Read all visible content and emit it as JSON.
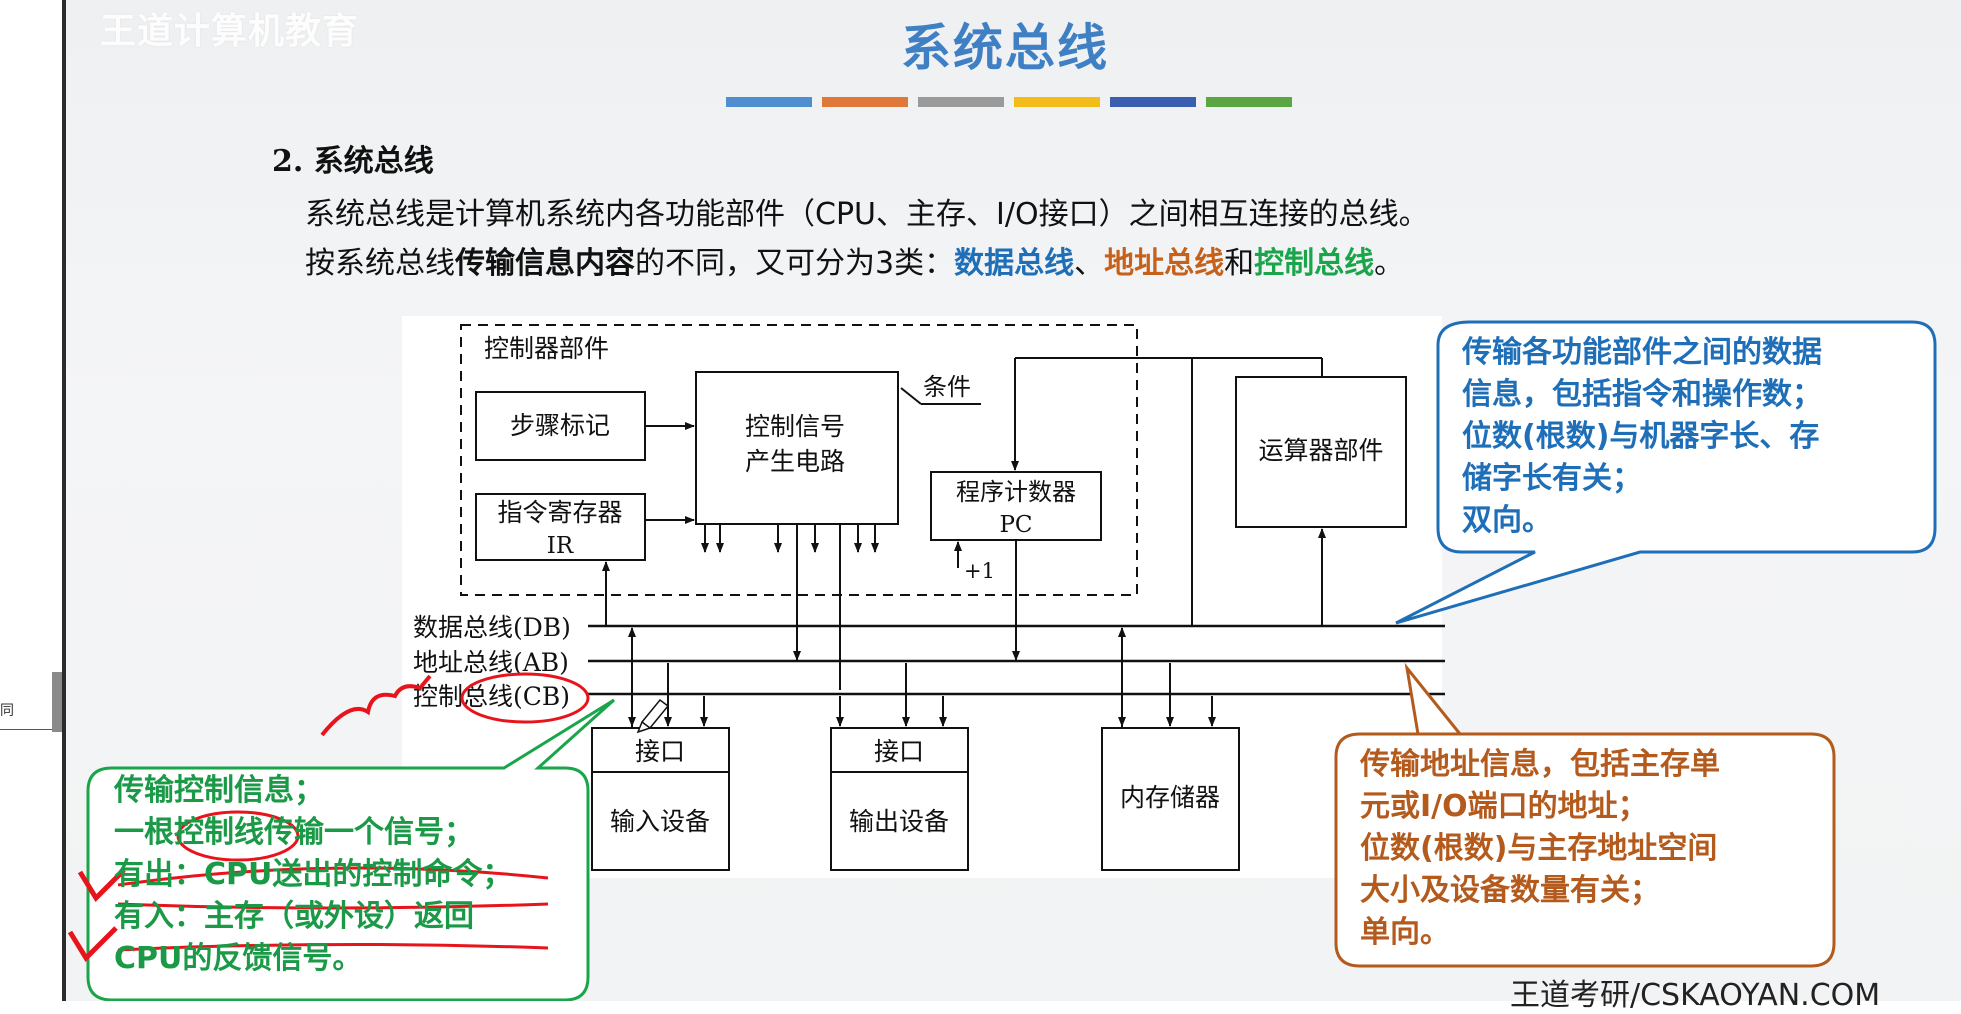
{
  "left_panel": {
    "char": "同"
  },
  "watermark": "王道计算机教育",
  "title": "系统总线",
  "title_bars": {
    "colors": [
      "#4f8fd0",
      "#e0783a",
      "#9a9a9a",
      "#f2bc1a",
      "#3a5fb0",
      "#5aa640"
    ]
  },
  "section": {
    "heading": "2. 系统总线",
    "line1": "系统总线是计算机系统内各功能部件（CPU、主存、I/O接口）之间相互连接的总线。",
    "line2": {
      "t1": "按系统总线",
      "t2": "传输信息内容",
      "t3": "的不同，又可分为3类：",
      "t4": "数据总线",
      "t5": "、",
      "t6": "地址总线",
      "t7": "和",
      "t8": "控制总线",
      "t9": "。"
    }
  },
  "diagram": {
    "controller_label": "控制器部件",
    "step_marker": "步骤标记",
    "instruction_register": "指令寄存器",
    "ir": "IR",
    "control_signal_line1": "控制信号",
    "control_signal_line2": "产生电路",
    "condition": "条件",
    "program_counter": "程序计数器",
    "pc": "PC",
    "plus_one": "+1",
    "alu": "运算器部件",
    "data_bus": "数据总线(DB)",
    "address_bus": "地址总线(AB)",
    "control_bus": "控制总线(CB)",
    "interface_in": "接口",
    "input_device": "输入设备",
    "interface_out": "接口",
    "output_device": "输出设备",
    "memory": "内存储器"
  },
  "callouts": {
    "data": [
      "传输各功能部件之间的数据",
      "信息，包括指令和操作数；",
      "位数(根数)与机器字长、存",
      "储字长有关；",
      "双向。"
    ],
    "address": [
      "传输地址信息，包括主存单",
      "元或I/O端口的地址；",
      "位数(根数)与主存地址空间",
      "大小及设备数量有关；",
      "单向。"
    ],
    "control": [
      "传输控制信息；",
      "一根控制线传输一个信号；",
      "有出：CPU送出的控制命令；",
      "有入：主存（或外设）返回",
      "CPU的反馈信号。"
    ]
  },
  "colors": {
    "blue": "#1f6fb8",
    "orange": "#c6611c",
    "green": "#1aa54a",
    "annotation_red": "#e8141c"
  },
  "footer": "王道考研/CSKAOYAN.COM"
}
